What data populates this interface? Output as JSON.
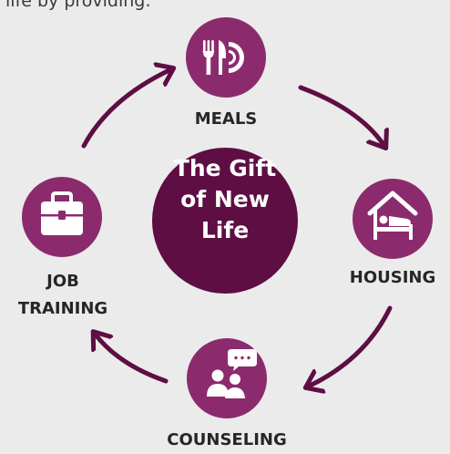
{
  "intro_text": "life by providing:",
  "center": {
    "line1": "The Gift",
    "line2": "of New",
    "line3": "Life"
  },
  "nodes": {
    "meals": {
      "label": "MEALS",
      "icon": "fork-knife-plate-icon"
    },
    "housing": {
      "label": "HOUSING",
      "icon": "house-bed-icon"
    },
    "counseling": {
      "label": "COUNSELING",
      "icon": "people-chat-icon"
    },
    "job_training": {
      "label_line1": "JOB",
      "label_line2": "TRAINING",
      "icon": "toolbox-icon"
    }
  },
  "colors": {
    "circle": "#8b2b6d",
    "center_circle": "#5e0e43",
    "arrow": "#5e0e43",
    "background": "#ebebeb"
  }
}
